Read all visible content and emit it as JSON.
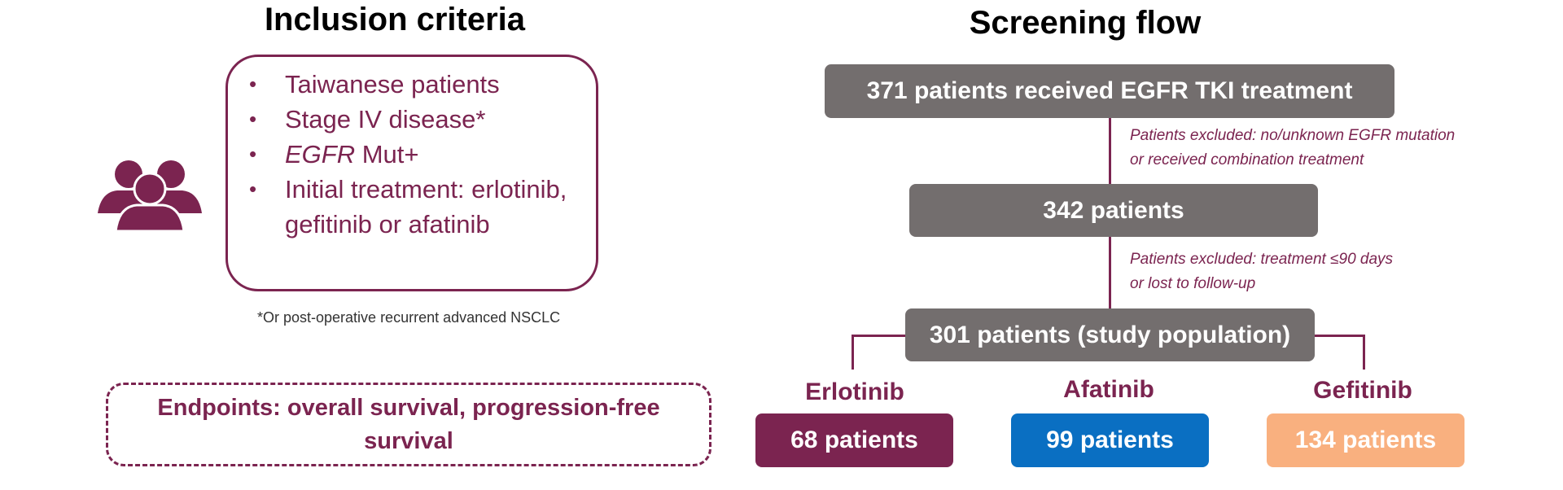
{
  "inclusion": {
    "heading": "Inclusion criteria",
    "items": [
      {
        "text": "Taiwanese patients"
      },
      {
        "text": "Stage IV disease*"
      },
      {
        "gene": "EGFR",
        "text": " Mut+"
      },
      {
        "text": "Initial treatment: erlotinib, gefitinib or afatinib"
      }
    ],
    "footnote": "*Or post-operative recurrent advanced NSCLC"
  },
  "endpoints": {
    "text": "Endpoints: overall survival, progression-free survival"
  },
  "screening": {
    "heading": "Screening flow",
    "steps": [
      {
        "text": "371 patients received EGFR TKI treatment"
      },
      {
        "text": "342 patients"
      },
      {
        "text": "301 patients (study population)"
      }
    ],
    "exclusions": [
      {
        "line1": "Patients excluded: no/unknown EGFR mutation",
        "line2": "or received combination treatment"
      },
      {
        "line1": "Patients excluded: treatment ≤90 days",
        "line2": "or lost to follow-up"
      }
    ],
    "arms": [
      {
        "name": "Erlotinib",
        "count": "68 patients",
        "color": "#7b2450"
      },
      {
        "name": "Afatinib",
        "count": "99 patients",
        "color": "#0a6fc2"
      },
      {
        "name": "Gefitinib",
        "count": "134 patients",
        "color": "#f9b07f"
      }
    ]
  },
  "colors": {
    "accent": "#7b2450",
    "flow_box": "#736e6e"
  },
  "icons": {
    "patients": "people-group-icon"
  }
}
